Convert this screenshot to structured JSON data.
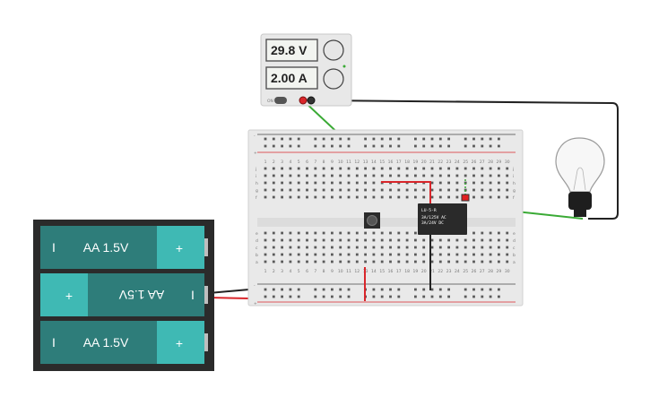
{
  "power_supply": {
    "voltage_display": "29.8 V",
    "current_display": "2.00 A",
    "on_label": "ON"
  },
  "battery_pack": {
    "cells": [
      {
        "label": "AA 1.5V",
        "neg": "I",
        "pos": "+",
        "orientation": "normal"
      },
      {
        "label": "AA 1.5V",
        "neg": "I",
        "pos": "+",
        "orientation": "flipped"
      },
      {
        "label": "AA 1.5V",
        "neg": "I",
        "pos": "+",
        "orientation": "normal"
      }
    ]
  },
  "relay": {
    "model": "LU-5-R",
    "line1": "3A/125V AC",
    "line2": "3A/24V DC"
  },
  "breadboard": {
    "columns": [
      "1",
      "2",
      "3",
      "4",
      "5",
      "6",
      "7",
      "8",
      "9",
      "10",
      "11",
      "12",
      "13",
      "14",
      "15",
      "16",
      "17",
      "18",
      "19",
      "20",
      "21",
      "22",
      "23",
      "24",
      "25",
      "26",
      "27",
      "28",
      "29",
      "30"
    ],
    "rows_top": [
      "j",
      "i",
      "h",
      "g",
      "f"
    ],
    "rows_bottom": [
      "e",
      "d",
      "c",
      "b",
      "a"
    ],
    "rail_plus": "+",
    "rail_minus": "-"
  },
  "colors": {
    "wire_green": "#3aaa35",
    "wire_red": "#d9262b",
    "wire_black": "#222222",
    "battery_teal": "#3fb9b4",
    "battery_dark": "#2e7d7a"
  },
  "icons": {
    "bulb": "light-bulb-icon",
    "button": "push-button-icon"
  }
}
